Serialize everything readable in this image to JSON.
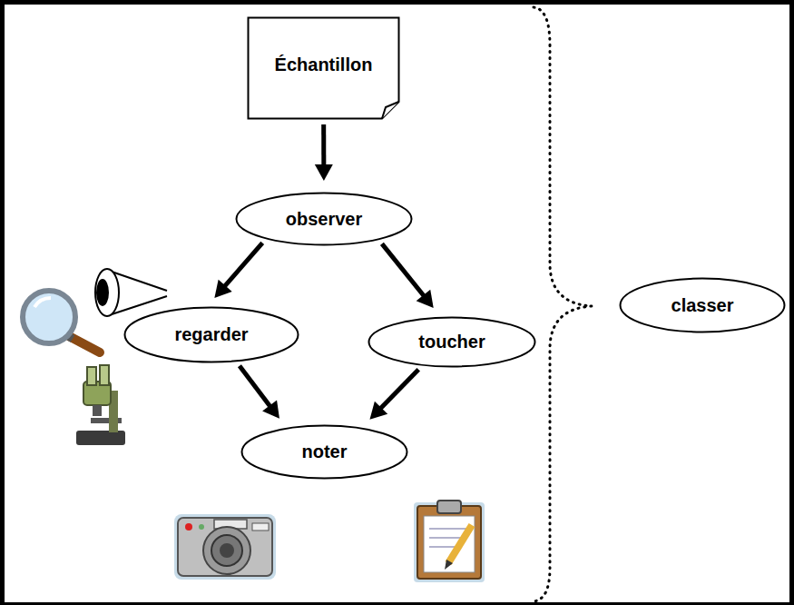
{
  "diagram": {
    "nodes": [
      {
        "text": [
          "Échantillon"
        ]
      },
      {
        "text": [
          "observer"
        ]
      },
      {
        "text": [
          "regarder"
        ]
      },
      {
        "text": [
          "toucher"
        ]
      },
      {
        "text": [
          "noter"
        ]
      },
      {
        "text": [
          "classer"
        ]
      }
    ],
    "edges": [
      {
        "from": 0,
        "to": 1,
        "arrow": "to"
      },
      {
        "from": 1,
        "to": 2,
        "arrow": "to"
      },
      {
        "from": 1,
        "to": 3,
        "arrow": "to"
      },
      {
        "from": 2,
        "to": 4,
        "arrow": "to"
      },
      {
        "from": 3,
        "to": 4,
        "arrow": "to"
      }
    ]
  }
}
